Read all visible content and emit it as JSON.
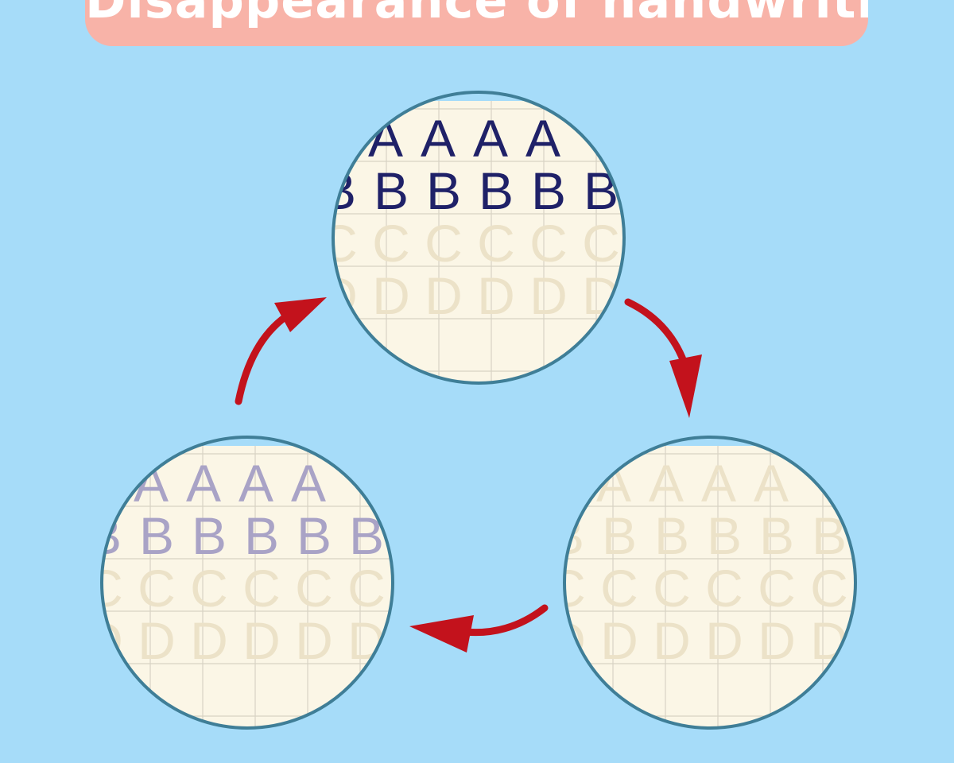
{
  "title": "Disappearance of handwriting",
  "colors": {
    "background": "#a6dcf9",
    "banner": "#f8b3a8",
    "paper": "#fbf6e6",
    "grid": "#d8d3c4",
    "circle_border": "#3f7e97",
    "arrow": "#c3121c",
    "ink_dark": "#1f2168",
    "ink_medium": "#a9a3c6",
    "ink_faint": "#ece2c8"
  },
  "rows": [
    "A",
    "B",
    "C",
    "D"
  ],
  "circles": [
    {
      "stage": "top",
      "row_opacity": [
        "dark",
        "dark",
        "faint",
        "faint"
      ]
    },
    {
      "stage": "bottom-right",
      "row_opacity": [
        "faint",
        "faint",
        "faint",
        "faint"
      ]
    },
    {
      "stage": "bottom-left",
      "row_opacity": [
        "medium",
        "medium",
        "faint",
        "faint"
      ]
    }
  ],
  "arrows": [
    {
      "name": "arrow-top-to-bottom-right",
      "direction": "clockwise"
    },
    {
      "name": "arrow-bottom-right-to-bottom-left",
      "direction": "clockwise"
    },
    {
      "name": "arrow-bottom-left-to-top",
      "direction": "clockwise"
    }
  ]
}
